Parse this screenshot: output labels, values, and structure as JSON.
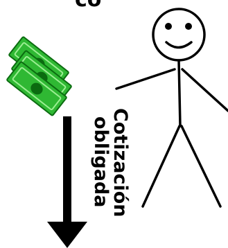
{
  "diagram": {
    "cropped_top_text": "co",
    "arrow_label_line1": "Cotización",
    "arrow_label_line2": "obligada",
    "colors": {
      "ink": "#000000",
      "money_green": "#2fb833",
      "money_dark": "#0b6b10",
      "money_light": "#9cef93",
      "background": "#ffffff"
    },
    "icons": {
      "person": "stick-figure-icon",
      "money": "banknotes-icon",
      "arrow": "down-arrow-icon"
    }
  }
}
